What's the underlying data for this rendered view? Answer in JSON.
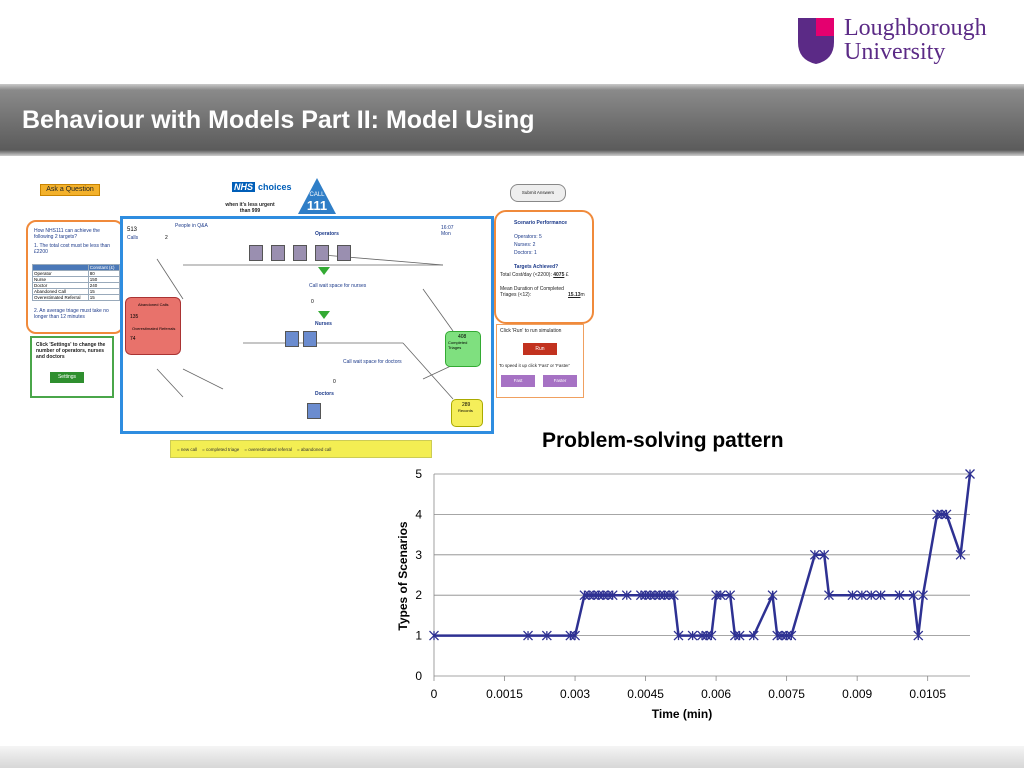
{
  "header": {
    "title": "Behaviour with Models Part II: Model Using",
    "logo_line1": "Loughborough",
    "logo_line2": "University"
  },
  "screenshot": {
    "ask_button": "Ask a Question",
    "nhs_logo": "NHS",
    "nhs_choices": "choices",
    "nhs_subtitle": "when it's less urgent than 999",
    "call_label": "CALL",
    "call_number": "111",
    "question": "How NHS111 can achieve the following 2 targets?",
    "target1": "1. The total cost must be less than £2200",
    "table_header": [
      "",
      "Constant (£)"
    ],
    "table_rows": [
      [
        "Operator",
        "80"
      ],
      [
        "Nurse",
        "150"
      ],
      [
        "Doctor",
        "240"
      ],
      [
        "Abandoned Call",
        "15"
      ],
      [
        "Overestimated Referral",
        "15"
      ]
    ],
    "target2": "2. An average triage must take no longer than 12 minutes",
    "settings_text": "Click 'Settings' to change the number of operators, nurses and doctors",
    "settings_button": "Settings",
    "sim": {
      "calls_count": "513",
      "calls_label": "Calls",
      "people_in_queue": "People in Q&A",
      "queue_count": "2",
      "time": "16:07",
      "day": "Mon",
      "operators_label": "Operators",
      "nurses_label": "Nurses",
      "doctors_label": "Doctors",
      "abandoned_label": "Abandoned Calls",
      "abandoned_count": "135",
      "overestimated_label": "Overestimated Referrals",
      "overestimated_count": "74",
      "completed_count": "408",
      "completed_label": "Completed Triages",
      "records_count": "289",
      "records_label": "Records",
      "call_wait_nurses": "Call wait space for nurses",
      "call_wait_doctors": "Call wait space for doctors",
      "zero": "0"
    },
    "legend": [
      "= new call",
      "= completed triage",
      "= overestimated referral",
      "= abandoned call"
    ],
    "submit_button": "Submit Answers",
    "performance_title": "Scenario Performance",
    "operators": "Operators:",
    "operators_val": "5",
    "nurses": "Nurses:",
    "nurses_val": "2",
    "doctors": "Doctors:",
    "doctors_val": "1",
    "targets_achieved": "Targets Achieved?",
    "total_cost_label": "Total Cost/day (<2200):",
    "total_cost_val": "4075",
    "cost_unit": "£",
    "mean_duration_label": "Mean Duration of Completed Triages (<12):",
    "mean_duration_val": "15.13",
    "mean_duration_unit": "m",
    "run_text": "Click 'Run' to run simulation",
    "run_button": "Run",
    "speed_text": "To speed it up click 'Fast' or 'Faster'",
    "fast_button": "Fast",
    "faster_button": "Faster"
  },
  "chart_data": {
    "type": "line",
    "title": "Problem-solving pattern",
    "xlabel": "Time (min)",
    "ylabel": "Types of Scenarios",
    "xlim": [
      0,
      0.0114
    ],
    "ylim": [
      0,
      5
    ],
    "x_ticks": [
      "0",
      "0.0015",
      "0.003",
      "0.0045",
      "0.006",
      "0.0075",
      "0.009",
      "0.0105"
    ],
    "x_tick_values": [
      0,
      0.0015,
      0.003,
      0.0045,
      0.006,
      0.0075,
      0.009,
      0.0105
    ],
    "y_ticks": [
      "0",
      "1",
      "2",
      "3",
      "4",
      "5"
    ],
    "grid": true,
    "color": "#2e3192",
    "marker": "asterisk",
    "series": [
      {
        "x": [
          0,
          0.002,
          0.0024,
          0.0029,
          0.003,
          0.0032,
          0.0033,
          0.0034,
          0.0035,
          0.0036,
          0.0037,
          0.0038,
          0.0041,
          0.0044,
          0.0045,
          0.0046,
          0.0047,
          0.0048,
          0.0049,
          0.005,
          0.0051,
          0.0052,
          0.0055,
          0.0057,
          0.0058,
          0.0059,
          0.006,
          0.0061,
          0.0063,
          0.0064,
          0.0065,
          0.0068,
          0.0072,
          0.0073,
          0.0074,
          0.0075,
          0.0076,
          0.0081,
          0.0083,
          0.0084,
          0.0089,
          0.0091,
          0.0093,
          0.0095,
          0.0099,
          0.0102,
          0.0103,
          0.0104,
          0.0107,
          0.0108,
          0.0109,
          0.0112,
          0.0114
        ],
        "y": [
          1,
          1,
          1,
          1,
          1,
          2,
          2,
          2,
          2,
          2,
          2,
          2,
          2,
          2,
          2,
          2,
          2,
          2,
          2,
          2,
          2,
          1,
          1,
          1,
          1,
          1,
          2,
          2,
          2,
          1,
          1,
          1,
          2,
          1,
          1,
          1,
          1,
          3,
          3,
          2,
          2,
          2,
          2,
          2,
          2,
          2,
          1,
          2,
          4,
          4,
          4,
          3,
          5
        ]
      }
    ]
  }
}
